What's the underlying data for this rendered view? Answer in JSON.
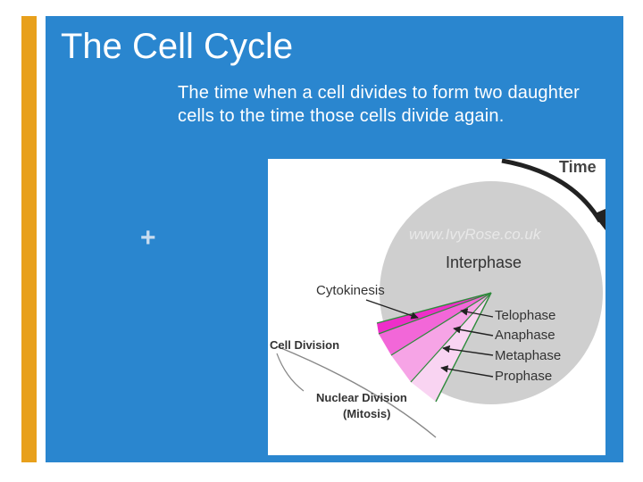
{
  "slide": {
    "title": "The Cell Cycle",
    "description": "The time when a cell divides to form two daughter cells to the time those cells divide again.",
    "plus_symbol": "+"
  },
  "diagram": {
    "time_label": "Time",
    "watermark": "www.IvyRose.co.uk",
    "interphase_label": "Interphase",
    "cytokinesis_label": "Cytokinesis",
    "cell_division_label": "Cell Division",
    "nuclear_division_label": "Nuclear Division",
    "mitosis_label": "(Mitosis)",
    "phases": [
      "Telophase",
      "Anaphase",
      "Metaphase",
      "Prophase"
    ]
  },
  "colors": {
    "panel": "#2a86cf",
    "accent": "#e8a01c",
    "interphase": "#cfcfcf",
    "cytokinesis": "#c9f2ea",
    "telophase": "#ee2ec9",
    "anaphase": "#f267d8",
    "metaphase": "#f6a4e6",
    "prophase": "#f9d4f2"
  }
}
